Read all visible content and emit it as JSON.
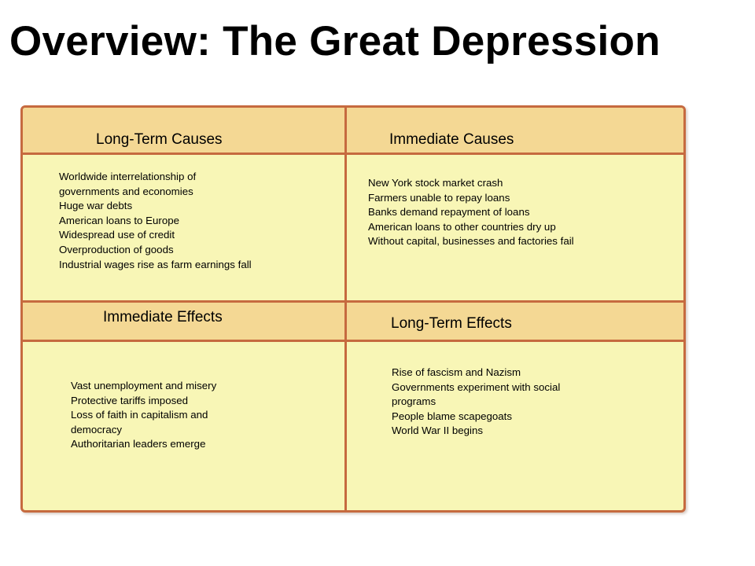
{
  "slide": {
    "title": "Overview: The Great Depression"
  },
  "quadrants": {
    "long_term_causes": {
      "heading": "Long-Term Causes",
      "items": [
        "Worldwide interrelationship of",
        "governments and economies",
        "Huge war debts",
        "American loans to Europe",
        "Widespread use of credit",
        "Overproduction of goods",
        "Industrial wages rise as farm earnings fall"
      ]
    },
    "immediate_causes": {
      "heading": "Immediate Causes",
      "items": [
        "New York stock market crash",
        "Farmers unable to repay loans",
        "Banks demand repayment of loans",
        "American loans to other countries dry up",
        "Without capital, businesses and factories fail"
      ]
    },
    "immediate_effects": {
      "heading": "Immediate Effects",
      "items": [
        "Vast unemployment and misery",
        "Protective tariffs imposed",
        "Loss of faith in capitalism and",
        "democracy",
        "Authoritarian leaders emerge"
      ]
    },
    "long_term_effects": {
      "heading": "Long-Term Effects",
      "items": [
        "Rise of fascism and Nazism",
        "Governments experiment with social",
        "programs",
        "People blame scapegoats",
        "World War II begins"
      ]
    }
  },
  "colors": {
    "border": "#c66a3f",
    "header_band": "#f4d894",
    "cell_fill": "#f8f6b6"
  }
}
